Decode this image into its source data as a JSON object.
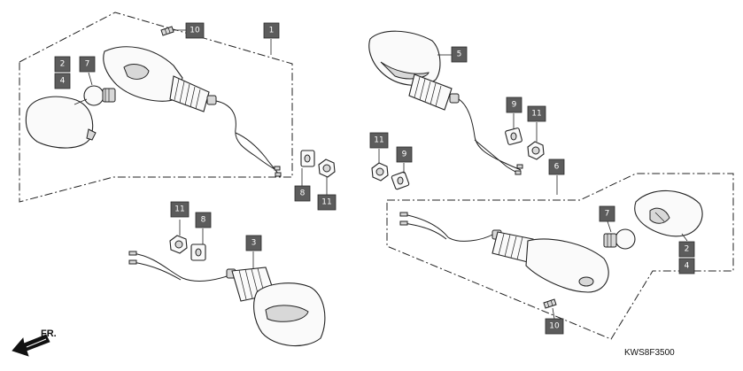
{
  "diagram_code": "KWS8F3500",
  "direction_label": "FR.",
  "callouts": [
    {
      "id": "c1",
      "label": "1"
    },
    {
      "id": "c2a",
      "label": "2"
    },
    {
      "id": "c4a",
      "label": "4"
    },
    {
      "id": "c7a",
      "label": "7"
    },
    {
      "id": "c10a",
      "label": "10"
    },
    {
      "id": "c8a",
      "label": "8"
    },
    {
      "id": "c11a",
      "label": "11"
    },
    {
      "id": "c11b",
      "label": "11"
    },
    {
      "id": "c8b",
      "label": "8"
    },
    {
      "id": "c3",
      "label": "3"
    },
    {
      "id": "c5",
      "label": "5"
    },
    {
      "id": "c9a",
      "label": "9"
    },
    {
      "id": "c11c",
      "label": "11"
    },
    {
      "id": "c11d",
      "label": "11"
    },
    {
      "id": "c9b",
      "label": "9"
    },
    {
      "id": "c6",
      "label": "6"
    },
    {
      "id": "c7b",
      "label": "7"
    },
    {
      "id": "c2b",
      "label": "2"
    },
    {
      "id": "c4b",
      "label": "4"
    },
    {
      "id": "c10b",
      "label": "10"
    }
  ]
}
